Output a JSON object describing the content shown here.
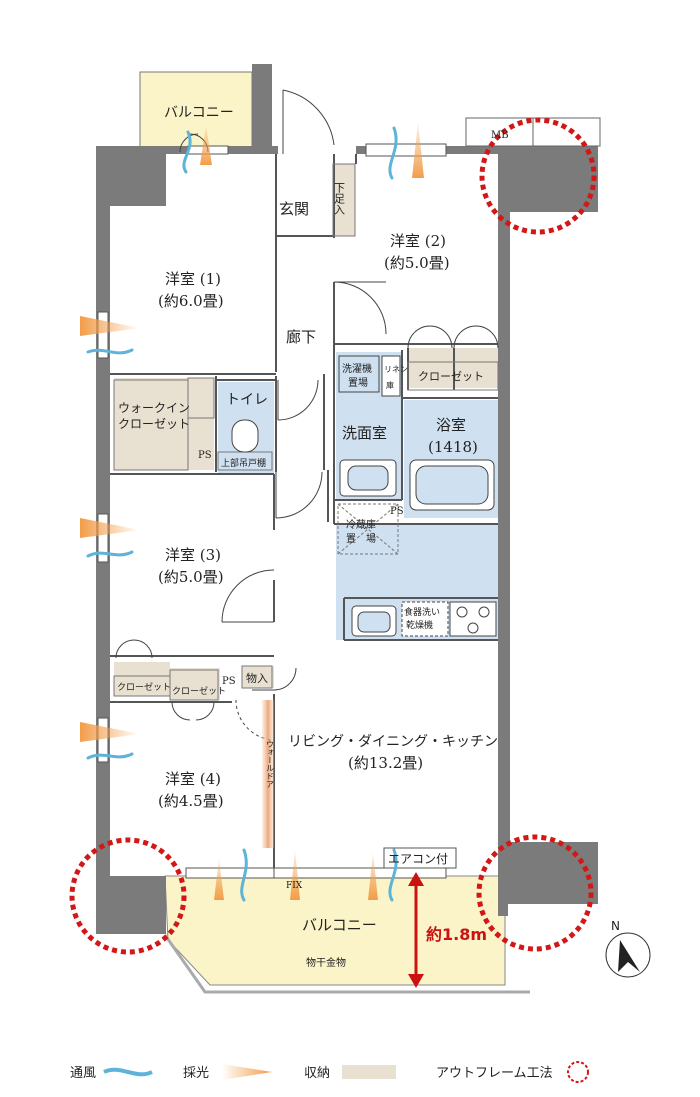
{
  "rooms": {
    "western1": {
      "name": "洋室 (1)",
      "size": "(約6.0畳)"
    },
    "western2": {
      "name": "洋室 (2)",
      "size": "(約5.0畳)"
    },
    "western3": {
      "name": "洋室 (3)",
      "size": "(約5.0畳)"
    },
    "western4": {
      "name": "洋室 (4)",
      "size": "(約4.5畳)"
    },
    "ldk": {
      "name": "リビング・ダイニング・キッチン",
      "size": "(約13.2畳)"
    },
    "entrance": "玄関",
    "shoe_storage": "下足入",
    "hallway": "廊下",
    "wic_line1": "ウォークイン",
    "wic_line2": "クローゼット",
    "toilet": "トイレ",
    "toilet_shelf": "上部吊戸棚",
    "washroom": "洗面室",
    "bathroom": "浴室",
    "bath_size": "(1418)",
    "washer_line1": "洗濯機",
    "washer_line2": "置場",
    "linen_line1": "リネン",
    "linen_line2": "庫",
    "fridge_line1": "冷蔵庫",
    "fridge_line2": "置　場",
    "dishwasher_line1": "食器洗い",
    "dishwasher_line2": "乾燥機",
    "closet_w2": "クローゼット",
    "closet_w3a": "クローゼット",
    "closet_w3b": "クローゼット",
    "storage": "物入",
    "wall_door": "ウォールドア"
  },
  "balcony_top": "バルコニー",
  "balcony_main": "バルコニー",
  "mb": "MB",
  "ps_labels": [
    "PS",
    "PS",
    "PS"
  ],
  "aircon": "エアコン付",
  "fix": "FIX",
  "laundry_hanger": "物干金物",
  "dimension": "約1.8m",
  "north": "N",
  "legend": {
    "ventilation": "通風",
    "daylight": "採光",
    "storage": "収納",
    "outframe": "アウトフレーム工法"
  },
  "colors": {
    "wall": "#7b7b7b",
    "wet_area": "#cfe0f0",
    "storage": "#e8e1d1",
    "balcony": "#fbf4c8",
    "wind": "#5db3d8",
    "light": "#f29d49",
    "outframe": "#d31616",
    "dimension": "#cc1111"
  }
}
